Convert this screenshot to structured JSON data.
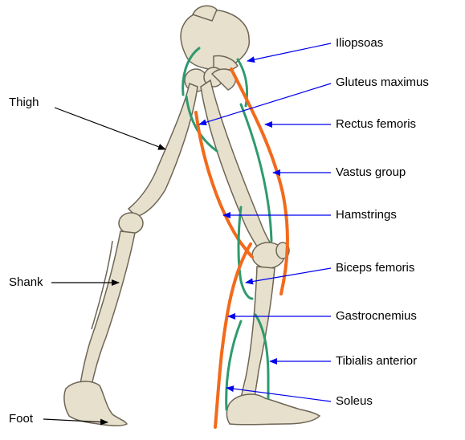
{
  "colors": {
    "bone_fill": "#e6e0cd",
    "bone_stroke": "#6e6655",
    "muscle_orange": "#f26a1b",
    "muscle_green": "#2e9a6e",
    "arrow_blue": "#0000ee",
    "arrow_black": "#000000"
  },
  "segments": {
    "thigh": "Thigh",
    "shank": "Shank",
    "foot": "Foot"
  },
  "muscles": [
    {
      "key": "iliopsoas",
      "label": "Iliopsoas",
      "color": "green"
    },
    {
      "key": "gluteus-maximus",
      "label": "Gluteus maximus",
      "color": "green"
    },
    {
      "key": "rectus-femoris",
      "label": "Rectus femoris",
      "color": "orange"
    },
    {
      "key": "vastus-group",
      "label": "Vastus group",
      "color": "green"
    },
    {
      "key": "hamstrings",
      "label": "Hamstrings",
      "color": "orange"
    },
    {
      "key": "biceps-femoris",
      "label": "Biceps femoris",
      "color": "green"
    },
    {
      "key": "gastrocnemius",
      "label": "Gastrocnemius",
      "color": "orange"
    },
    {
      "key": "tibialis-anterior",
      "label": "Tibialis anterior",
      "color": "green"
    },
    {
      "key": "soleus",
      "label": "Soleus",
      "color": "green"
    }
  ]
}
